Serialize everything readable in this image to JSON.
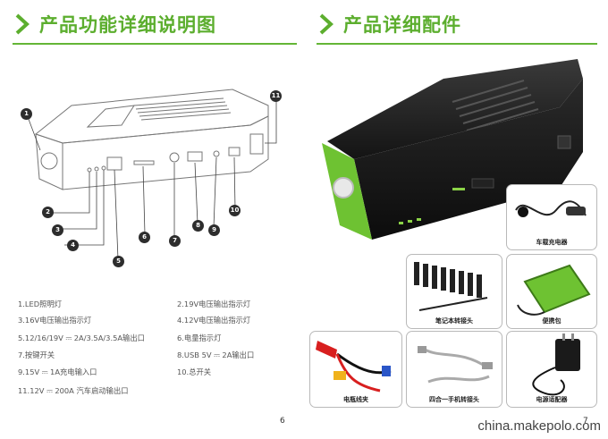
{
  "left_header": {
    "title": "产品功能详细说明图"
  },
  "right_header": {
    "title": "产品详细配件"
  },
  "callouts": [
    "1",
    "2",
    "3",
    "4",
    "5",
    "6",
    "7",
    "8",
    "9",
    "10",
    "11"
  ],
  "legend": [
    "1.LED照明灯",
    "2.19V电压输出指示灯",
    "3.16V电压输出指示灯",
    "4.12V电压输出指示灯",
    "5.12/16/19V ⎓ 2A/3.5A/3.5A输出口",
    "6.电量指示灯",
    "7.按键开关",
    "8.USB 5V ⎓ 2A输出口",
    "9.15V ⎓ 1A充电输入口",
    "10.总开关",
    "11.12V ⎓ 200A 汽车启动输出口"
  ],
  "accessories": {
    "car_charger": "车载充电器",
    "laptop_tips": "笔记本转接头",
    "carry_bag": "便携包",
    "battery_clamps": "电瓶线夹",
    "four_in_one": "四合一手机转接头",
    "adapter": "电源适配器"
  },
  "pages": {
    "left": "6",
    "right": "7"
  },
  "watermark": "china.makepolo.com",
  "colors": {
    "accent": "#5cae2e",
    "body": "#1c1c1c",
    "green_cap": "#6ec232"
  }
}
